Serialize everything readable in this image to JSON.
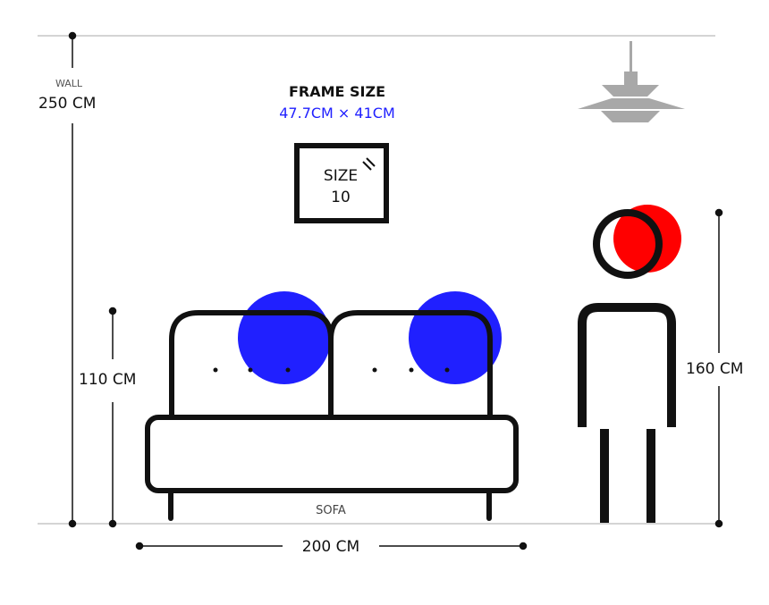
{
  "wall": {
    "label": "WALL",
    "height": "250 CM"
  },
  "frame": {
    "title": "FRAME SIZE",
    "dimensions": "47.7CM × 41CM",
    "size_label": "SIZE",
    "size_value": "10"
  },
  "sofa": {
    "label": "SOFA",
    "height": "110 CM",
    "width": "200 CM"
  },
  "person": {
    "height": "160 CM"
  },
  "colors": {
    "accent_blue": "#2020ff",
    "accent_red": "#ff0000",
    "line": "#111111",
    "lamp": "#a8a8a8",
    "guide": "#bbbbbb"
  }
}
